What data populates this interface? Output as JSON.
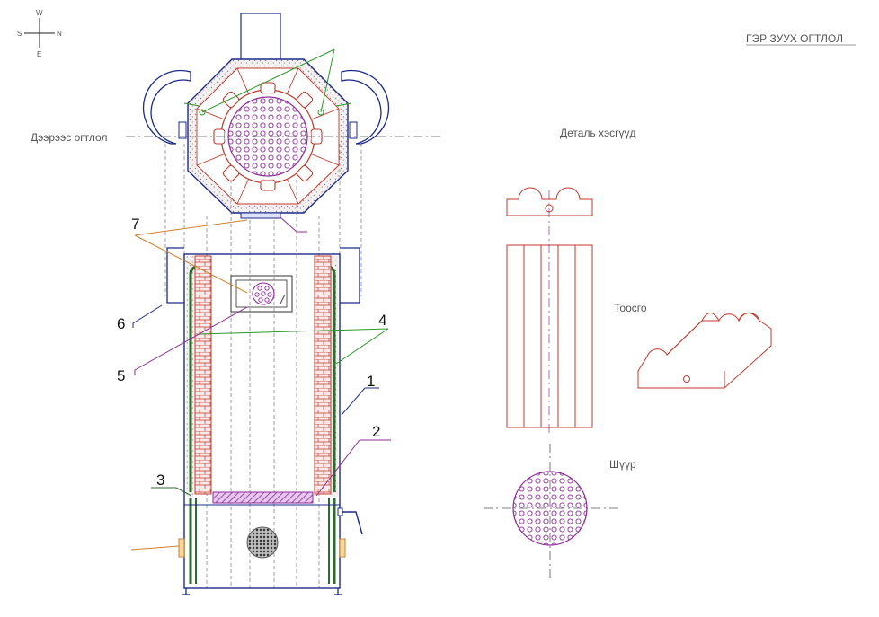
{
  "title": "ГЭР ЗУУХ ОГТЛОЛ",
  "labels": {
    "top_view": "Дээрээс огтлол",
    "details": "Деталь хэсгүүд",
    "brick": "Тоосго",
    "grate": "Шүүр"
  },
  "compass": {
    "north": "N",
    "south": "S",
    "west": "W",
    "east": "E"
  },
  "callouts": [
    "1",
    "2",
    "3",
    "4",
    "5",
    "6",
    "7"
  ],
  "colors": {
    "outline": "#1c2a8a",
    "brick": "#c0392b",
    "insulation_green": "#2e6b2e",
    "grate_purple": "#8e2b9a",
    "leader_green": "#2a9a2a",
    "leader_orange": "#d08030",
    "leader_purple": "#8e2b9a"
  }
}
